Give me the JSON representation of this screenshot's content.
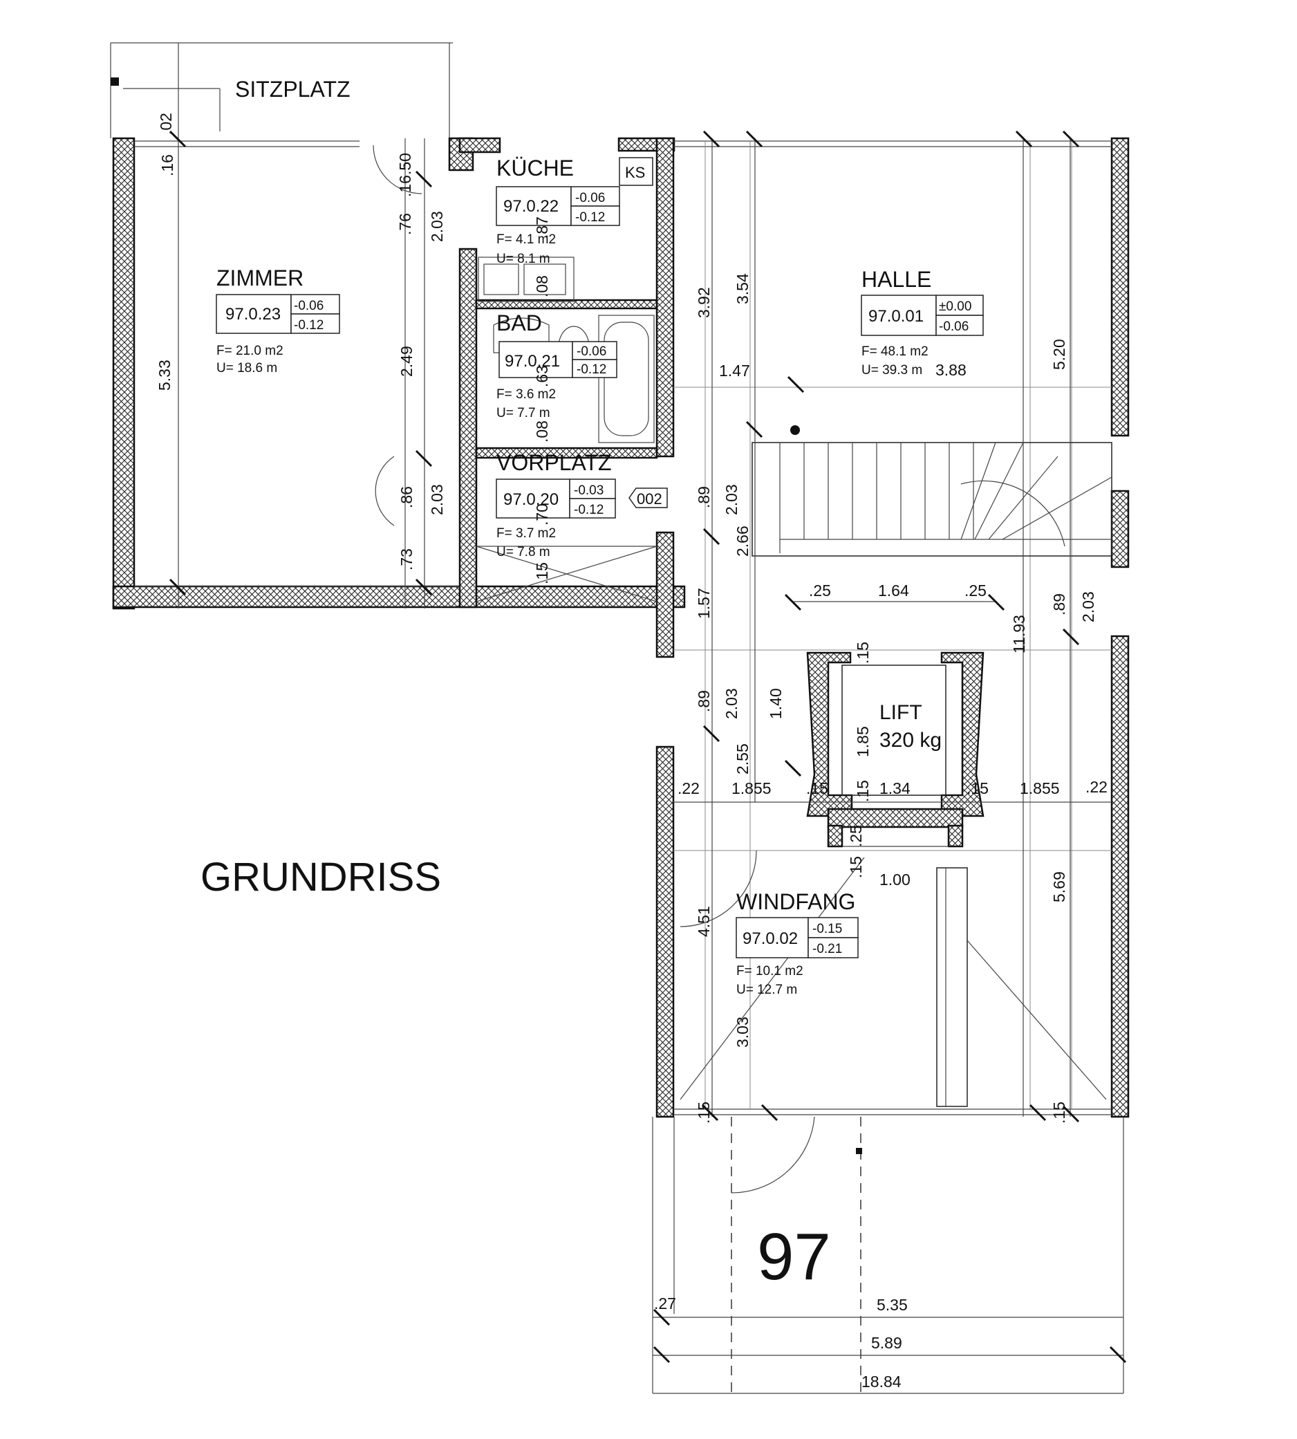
{
  "title": "GRUNDRISS",
  "unit_number": "97",
  "outdoor_label": "SITZPLATZ",
  "kitchen_tag": "KS",
  "door_tag": "002",
  "rooms": {
    "zimmer": {
      "name": "ZIMMER",
      "number": "97.0.23",
      "level_top": "-0.06",
      "level_bottom": "-0.12",
      "area": "F= 21.0 m2",
      "perimeter": "U= 18.6 m"
    },
    "kueche": {
      "name": "KÜCHE",
      "number": "97.0.22",
      "level_top": "-0.06",
      "level_bottom": "-0.12",
      "area": "F= 4.1 m2",
      "perimeter": "U= 8.1 m"
    },
    "bad": {
      "name": "BAD",
      "number": "97.0.21",
      "level_top": "-0.06",
      "level_bottom": "-0.12",
      "area": "F= 3.6 m2",
      "perimeter": "U= 7.7 m"
    },
    "vorplatz": {
      "name": "VORPLATZ",
      "number": "97.0.20",
      "level_top": "-0.03",
      "level_bottom": "-0.12",
      "area": "F= 3.7 m2",
      "perimeter": "U= 7.8 m"
    },
    "halle": {
      "name": "HALLE",
      "number": "97.0.01",
      "level_top": "±0.00",
      "level_bottom": "-0.06",
      "area": "F= 48.1 m2",
      "perimeter": "U= 39.3 m"
    },
    "windfang": {
      "name": "WINDFANG",
      "number": "97.0.02",
      "level_top": "-0.15",
      "level_bottom": "-0.21",
      "area": "F= 10.1 m2",
      "perimeter": "U= 12.7 m"
    },
    "lift": {
      "name": "LIFT",
      "capacity": "320 kg"
    }
  },
  "dimensions": {
    "d_016": ".16",
    "d_002": ".02",
    "d_1650": ".16.50",
    "d_076": ".76",
    "d_203a": "2.03",
    "d_087": ".87",
    "d_008": ".08",
    "d_063": ".63",
    "d_080": ".08",
    "d_070": ".70",
    "d_015a": ".15",
    "d_533": "5.33",
    "d_249": "2.49",
    "d_086": ".86",
    "d_203b": "2.03",
    "d_073": ".73",
    "d_392": "3.92",
    "d_354": "3.54",
    "d_147": "1.47",
    "d_388": "3.88",
    "d_520": "5.20",
    "d_089a": ".89",
    "d_203c": "2.03",
    "d_266": "2.66",
    "d_025a": ".25",
    "d_164": "1.64",
    "d_025b": ".25",
    "d_1193": "11.93",
    "d_089b": ".89",
    "d_203d": "2.03",
    "d_157": "1.57",
    "d_015b": ".15",
    "d_089c": ".89",
    "d_203e": "2.03",
    "d_140": "1.40",
    "d_185": "1.85",
    "d_255": "2.55",
    "d_022a": ".22",
    "d_1855a": "1.855",
    "d_015c": ".15",
    "d_015d": ".15",
    "d_134": "1.34",
    "d_015e": ".15",
    "d_1855b": "1.855",
    "d_022b": ".22",
    "d_025c": ".25",
    "d_015f": ".15",
    "d_100": "1.00",
    "d_451": "4.51",
    "d_569": "5.69",
    "d_303": "3.03",
    "d_015g": ".15",
    "d_015h": ".15",
    "d_027": ".27",
    "d_535": "5.35",
    "d_589": "5.89",
    "d_1884": "18.84"
  }
}
